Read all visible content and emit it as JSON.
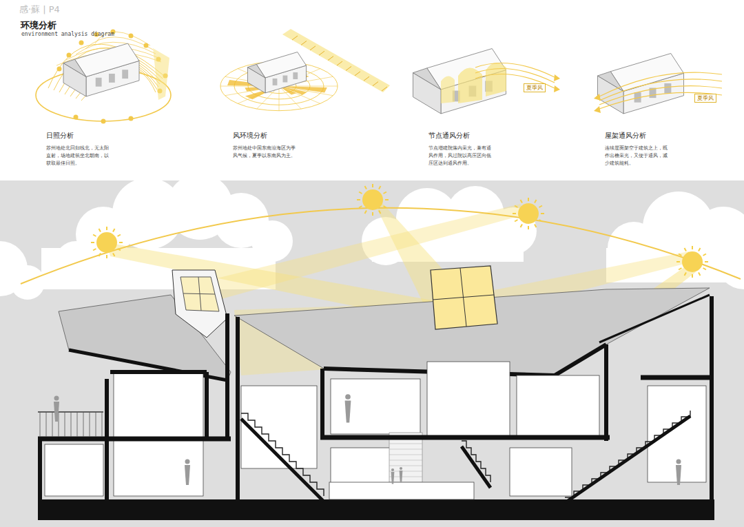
{
  "diagram": {
    "title": "环境分析",
    "labels": [
      "感·蘇 | P4",
      "environment analysis diagram",
      "日照分析",
      "苏州地处北回归线北，无太阳直射，场地建筑坐北朝南，以获取最佳日照。",
      "风环境分析",
      "苏州地处中国东南沿海区为季风气候，夏季以东南风为主。",
      "节点通风分析",
      "节点增建院落内采光，兼有通风作用，风过院以高压区向低压区达到通风作用。",
      "屋架通风分析",
      "连续屋面架空于建筑之上，既作出檐采光，又便于通风，减少建筑能耗。",
      "夏季风",
      "夏季风"
    ]
  }
}
